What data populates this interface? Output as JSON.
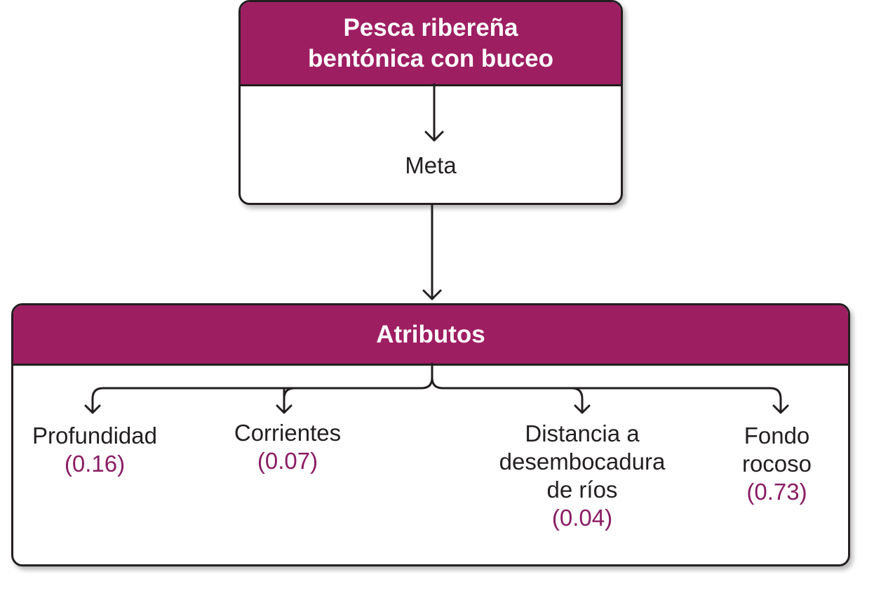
{
  "top_box": {
    "title_line1": "Pesca ribereña",
    "title_line2": "bentónica con buceo",
    "goal_label": "Meta"
  },
  "attributes_box": {
    "title": "Atributos",
    "items": [
      {
        "lines": [
          "Profundidad"
        ],
        "value": "(0.16)"
      },
      {
        "lines": [
          "Corrientes"
        ],
        "value": "(0.07)"
      },
      {
        "lines": [
          "Distancia a",
          "desembocadura",
          "de ríos"
        ],
        "value": "(0.04)"
      },
      {
        "lines": [
          "Fondo",
          "rocoso"
        ],
        "value": "(0.73)"
      }
    ]
  },
  "colors": {
    "header": "#9e1e62",
    "value_text": "#8a1d64",
    "line": "#231f20"
  }
}
